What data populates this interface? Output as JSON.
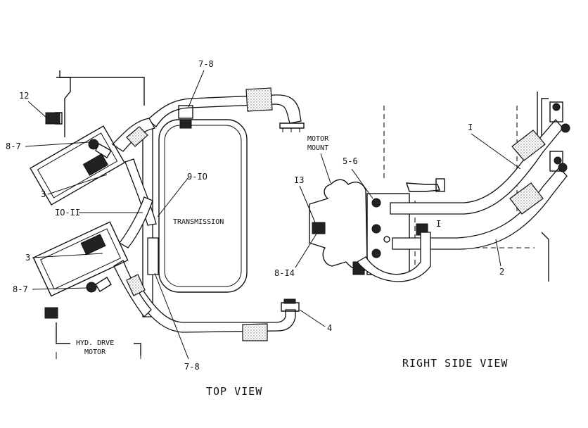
{
  "views": {
    "top": "TOP VIEW",
    "right_side": "RIGHT SIDE VIEW"
  },
  "components": {
    "transmission": "TRANSMISSION",
    "motor_mount_line1": "MOTOR",
    "motor_mount_line2": "MOUNT",
    "hyd_drive_motor_line1": "HYD. DRVE",
    "hyd_drive_motor_line2": "MOTOR"
  },
  "callouts": {
    "c12": "12",
    "c8_7_upper": "8-7",
    "c3_upper": "3",
    "c10_11": "IO-II",
    "c3_lower": "3",
    "c8_7_lower": "8-7",
    "c7_8_top": "7-8",
    "c9_10": "9-IO",
    "c7_8_bottom": "7-8",
    "c4": "4",
    "c13": "I3",
    "c8_14": "8-I4",
    "c5_6": "5-6",
    "c1_upper": "I",
    "c1_mid": "I",
    "c2": "2"
  }
}
